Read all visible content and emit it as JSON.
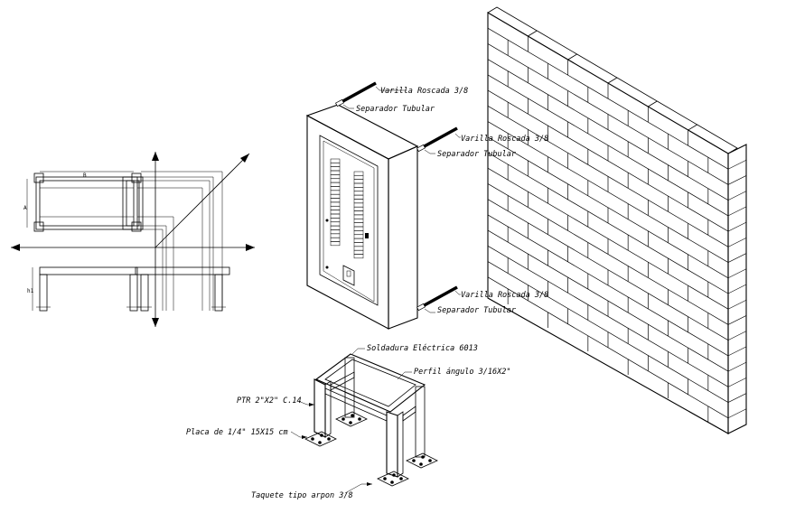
{
  "view_labels": {
    "a": "A",
    "b": "B",
    "h1": "h1"
  },
  "panel": {
    "rod_label": "Varilla Roscada 3/8",
    "spacer_label": "Separador Tubular"
  },
  "stand": {
    "weld": "Soldadura Eléctrica 6013",
    "angle": "Perfil ángulo 3/16X2\"",
    "ptr": "PTR 2\"X2\" C.14",
    "plate": "Placa de 1/4\" 15X15 cm",
    "anchor": "Taquete tipo arpon 3/8"
  },
  "colors": {
    "line": "#000000",
    "background": "#ffffff"
  }
}
